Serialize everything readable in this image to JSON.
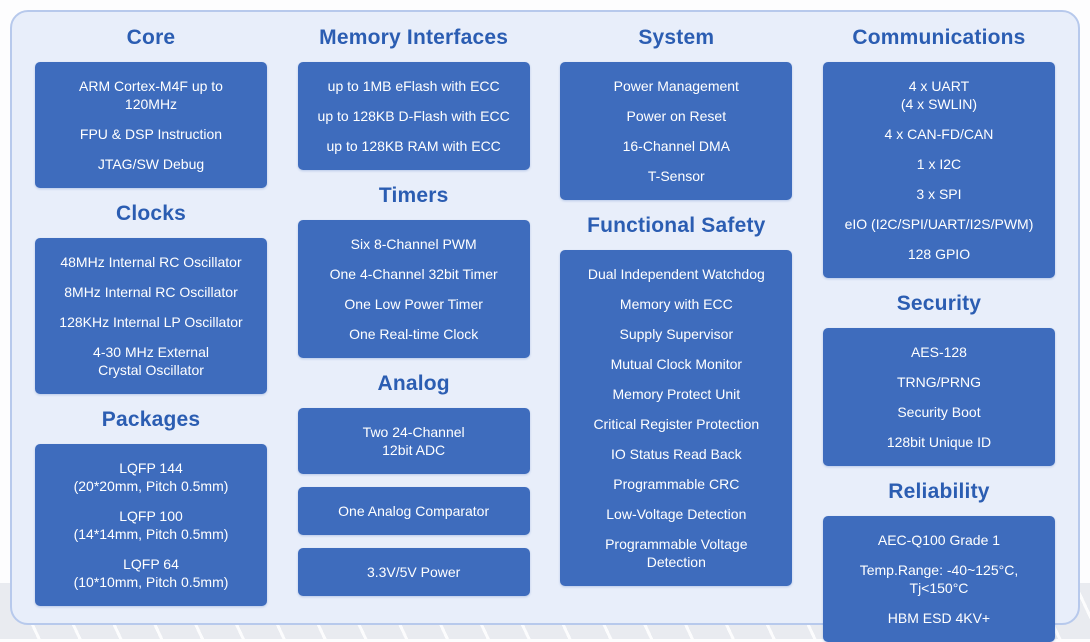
{
  "colors": {
    "header_text": "#2b5db2",
    "box_fill": "#3e6cbd",
    "box_text": "#ffffff",
    "panel_background": "#e8eefa",
    "panel_border": "#b7c9ec"
  },
  "columns": [
    {
      "sections": [
        {
          "title": "Core",
          "boxes": [
            {
              "items": [
                "ARM Cortex-M4F up to\n120MHz",
                "FPU & DSP Instruction",
                "JTAG/SW Debug"
              ]
            }
          ]
        },
        {
          "title": "Clocks",
          "boxes": [
            {
              "items": [
                "48MHz Internal RC Oscillator",
                "8MHz Internal RC Oscillator",
                "128KHz Internal LP Oscillator",
                "4-30 MHz External\nCrystal Oscillator"
              ]
            }
          ]
        },
        {
          "title": "Packages",
          "boxes": [
            {
              "items": [
                "LQFP 144\n(20*20mm, Pitch 0.5mm)",
                "LQFP 100\n(14*14mm, Pitch 0.5mm)",
                "LQFP 64\n(10*10mm, Pitch 0.5mm)"
              ]
            }
          ]
        }
      ]
    },
    {
      "sections": [
        {
          "title": "Memory Interfaces",
          "boxes": [
            {
              "items": [
                "up to 1MB eFlash  with ECC",
                "up to 128KB D-Flash with ECC",
                "up to 128KB RAM with ECC"
              ]
            }
          ]
        },
        {
          "title": "Timers",
          "boxes": [
            {
              "items": [
                "Six 8-Channel PWM",
                "One 4-Channel 32bit Timer",
                "One Low Power Timer",
                "One Real-time Clock"
              ]
            }
          ]
        },
        {
          "title": "Analog",
          "boxes": [
            {
              "items": [
                "Two 24-Channel\n12bit ADC"
              ]
            },
            {
              "items": [
                "One Analog Comparator"
              ]
            },
            {
              "items": [
                "3.3V/5V Power"
              ]
            }
          ]
        }
      ]
    },
    {
      "sections": [
        {
          "title": "System",
          "boxes": [
            {
              "items": [
                "Power Management",
                "Power on Reset",
                "16-Channel DMA",
                "T-Sensor"
              ]
            }
          ]
        },
        {
          "title": "Functional Safety",
          "boxes": [
            {
              "items": [
                "Dual Independent Watchdog",
                "Memory with ECC",
                "Supply Supervisor",
                "Mutual Clock Monitor",
                "Memory Protect Unit",
                "Critical Register Protection",
                "IO Status Read Back",
                "Programmable CRC",
                "Low-Voltage Detection",
                "Programmable Voltage\nDetection"
              ]
            }
          ]
        }
      ]
    },
    {
      "sections": [
        {
          "title": "Communications",
          "boxes": [
            {
              "items": [
                "4 x UART\n(4 x SWLIN)",
                "4 x CAN-FD/CAN",
                "1 x I2C",
                "3 x SPI",
                "eIO (I2C/SPI/UART/I2S/PWM)",
                "128 GPIO"
              ]
            }
          ]
        },
        {
          "title": "Security",
          "boxes": [
            {
              "items": [
                "AES-128",
                "TRNG/PRNG",
                "Security Boot",
                "128bit Unique ID"
              ]
            }
          ]
        },
        {
          "title": "Reliability",
          "boxes": [
            {
              "items": [
                "AEC-Q100 Grade 1",
                "Temp.Range: -40~125°C,\nTj<150°C",
                "HBM ESD  4KV+"
              ]
            }
          ]
        }
      ]
    }
  ]
}
